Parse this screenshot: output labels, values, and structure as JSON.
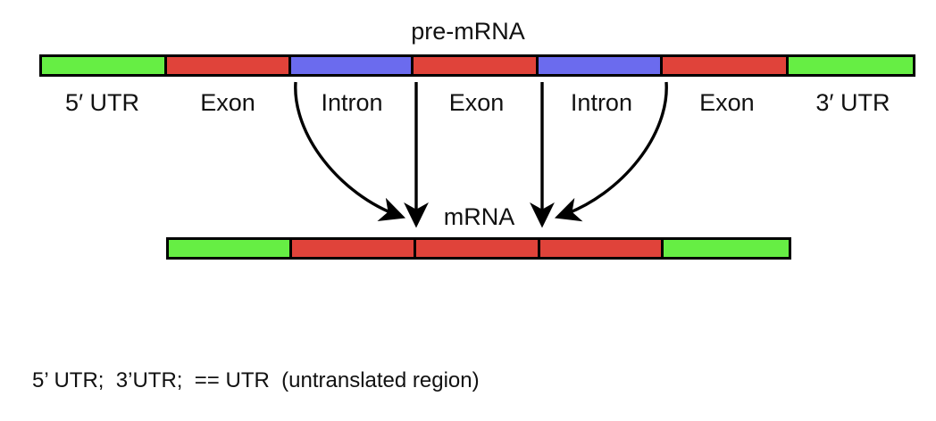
{
  "figure": {
    "pre_mrna_title": "pre-mRNA",
    "mrna_title": "mRNA",
    "caption": "5’ UTR;  3’UTR;  == UTR  (untranslated region)"
  },
  "colors": {
    "utr_green": "#66ee44",
    "exon_red": "#e0433a",
    "intron_blue": "#6b6bee",
    "outline_black": "#000000",
    "background_white": "#ffffff",
    "text_black": "#111111"
  },
  "pre_mrna": {
    "segments": [
      {
        "label": "5′ UTR",
        "type": "utr",
        "color": "#66ee44",
        "width_pct": 14.37
      },
      {
        "label": "Exon",
        "type": "exon",
        "color": "#e0433a",
        "width_pct": 14.27
      },
      {
        "label": "Intron",
        "type": "intron",
        "color": "#6b6bee",
        "width_pct": 14.07
      },
      {
        "label": "Exon",
        "type": "exon",
        "color": "#e0433a",
        "width_pct": 14.37
      },
      {
        "label": "Intron",
        "type": "intron",
        "color": "#6b6bee",
        "width_pct": 14.17
      },
      {
        "label": "Exon",
        "type": "exon",
        "color": "#e0433a",
        "width_pct": 14.47
      },
      {
        "label": "3′ UTR",
        "type": "utr",
        "color": "#66ee44",
        "width_pct": 14.28
      }
    ]
  },
  "mrna": {
    "segments": [
      {
        "type": "utr",
        "color": "#66ee44",
        "width_pct": 19.86
      },
      {
        "type": "exon",
        "color": "#e0433a",
        "width_pct": 20.0
      },
      {
        "type": "exon",
        "color": "#e0433a",
        "width_pct": 20.14
      },
      {
        "type": "exon",
        "color": "#e0433a",
        "width_pct": 19.86
      },
      {
        "type": "utr",
        "color": "#66ee44",
        "width_pct": 20.14
      }
    ]
  },
  "arrows": [
    {
      "name": "intron-1-splice-arrow",
      "kind": "curved",
      "from": "intron-1-left",
      "to": "mrna-exon-junction-1"
    },
    {
      "name": "exon-2-retain-arrow",
      "kind": "straight",
      "from": "pre-mrna-exon-2",
      "to": "mrna-exon-junction-1"
    },
    {
      "name": "exon-3-retain-arrow",
      "kind": "straight",
      "from": "pre-mrna-intron-2-left",
      "to": "mrna-exon-junction-2"
    },
    {
      "name": "intron-2-splice-arrow",
      "kind": "curved",
      "from": "intron-2-right",
      "to": "mrna-exon-junction-2"
    }
  ]
}
